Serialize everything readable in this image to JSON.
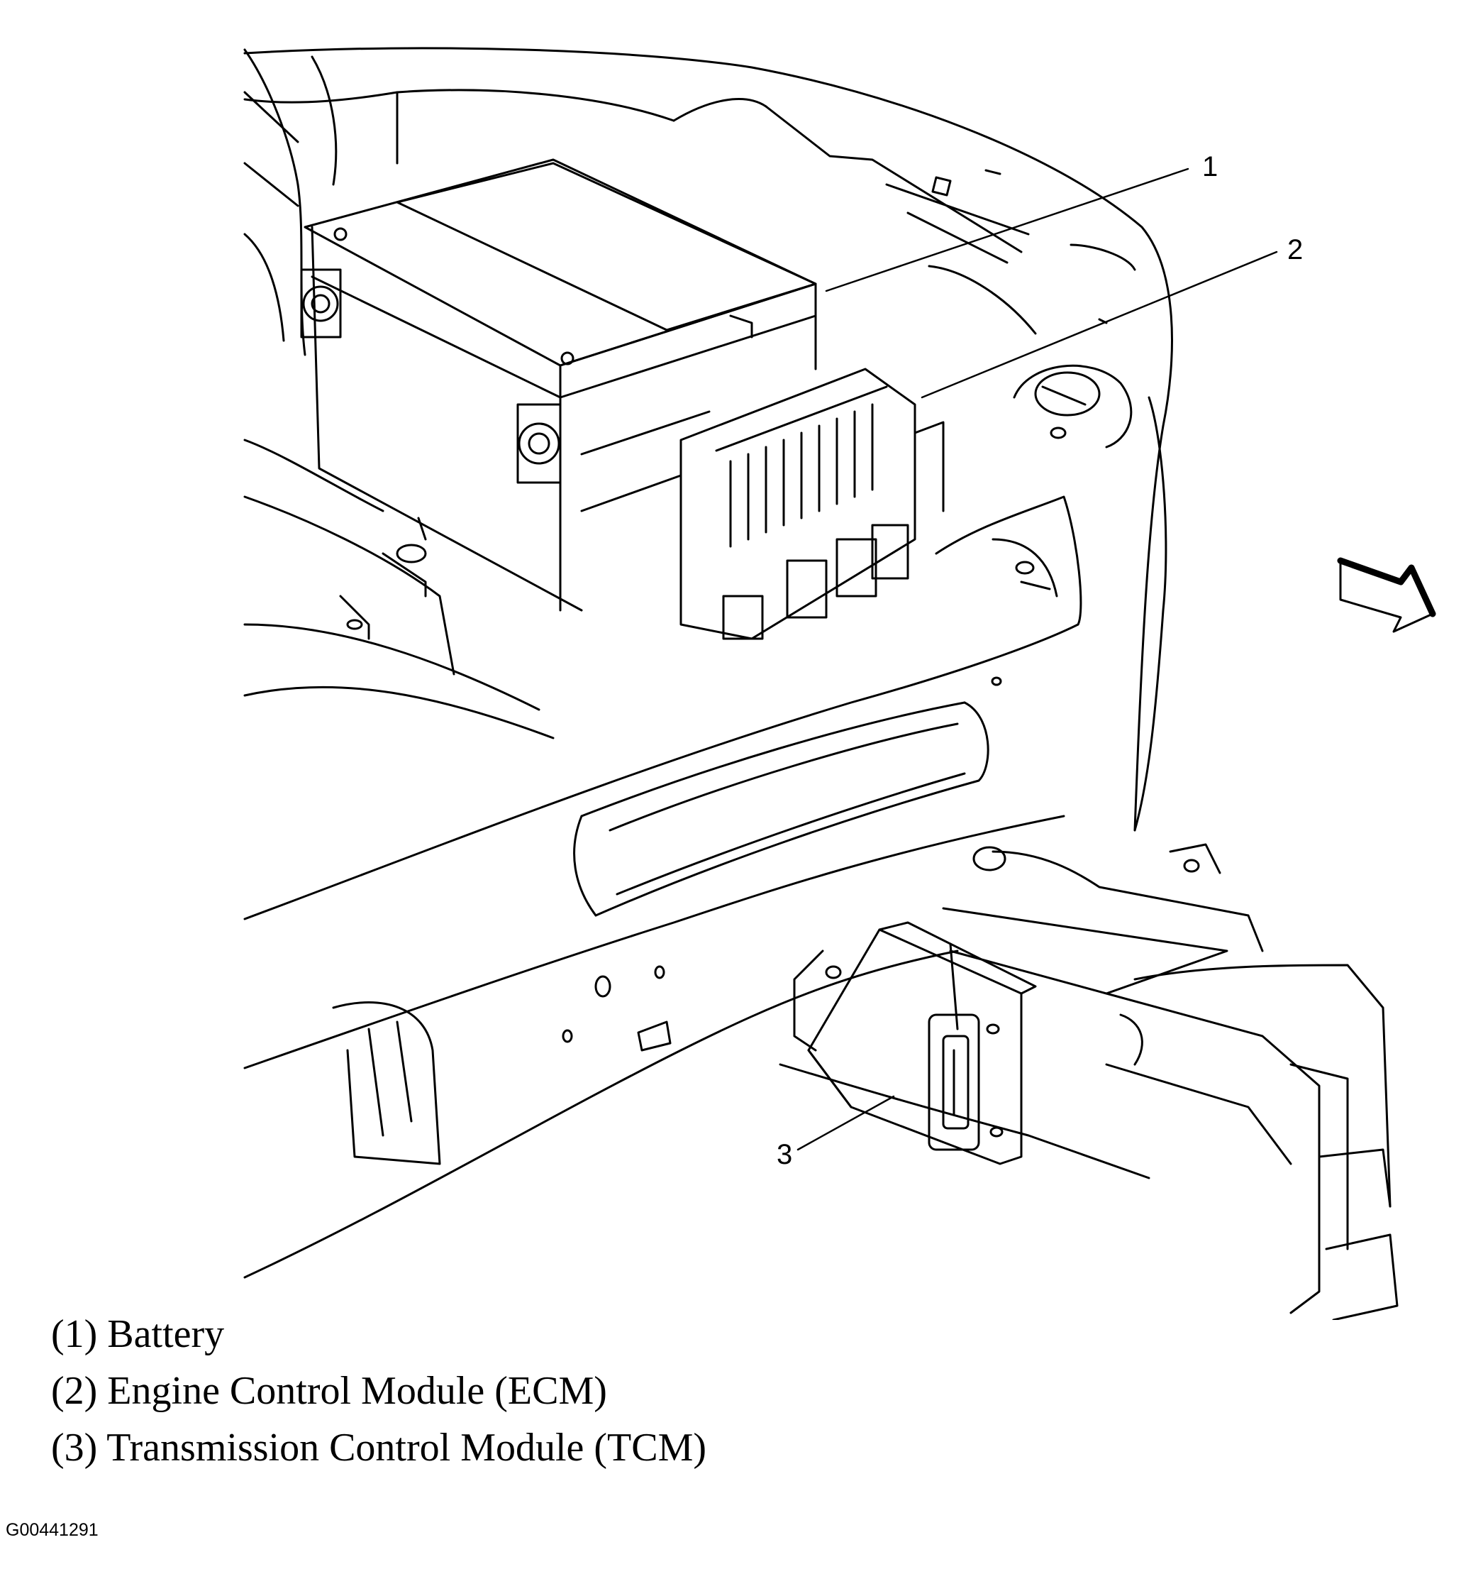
{
  "callouts": [
    {
      "number": "1"
    },
    {
      "number": "2"
    },
    {
      "number": "3"
    }
  ],
  "legend": [
    {
      "text": "(1) Battery"
    },
    {
      "text": "(2) Engine Control Module (ECM)"
    },
    {
      "text": "(3) Transmission Control Module (TCM)"
    }
  ],
  "figure_id": "G00441291",
  "colors": {
    "ink": "#000000",
    "paper": "#ffffff"
  },
  "icons": {
    "direction_arrow": "front-direction-arrow-icon"
  }
}
